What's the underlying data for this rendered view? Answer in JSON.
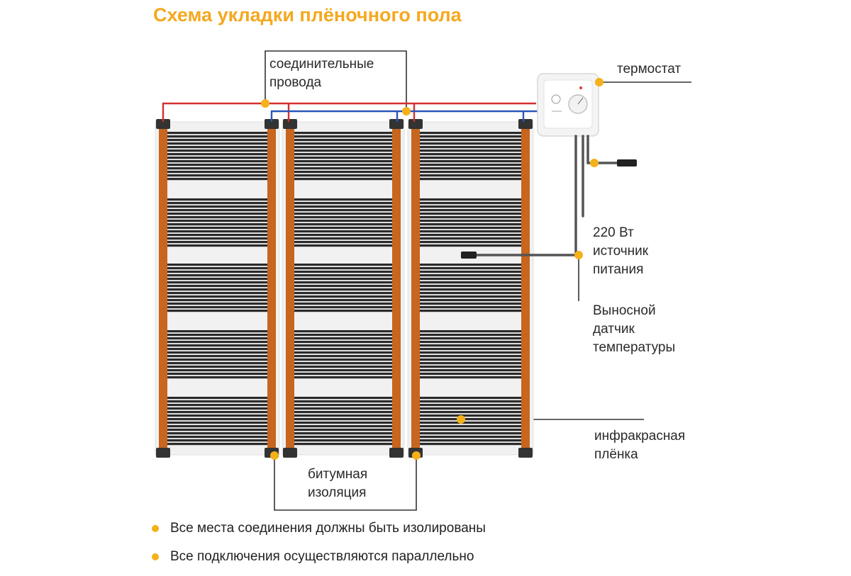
{
  "title": "Схема укладки плёночного пола",
  "labels": {
    "connecting_wires": [
      "соединительные",
      "провода"
    ],
    "thermostat": "термостат",
    "power": [
      "220 Вт",
      "источник",
      "питания"
    ],
    "sensor": [
      "Выносной",
      "датчик",
      "температуры"
    ],
    "film": [
      "инфракрасная",
      "плёнка"
    ],
    "insulation": [
      "битумная",
      "изоляция"
    ]
  },
  "notes": [
    "Все места соединения должны быть изолированы",
    "Все подключения осуществляются параллельно"
  ],
  "colors": {
    "accent": "#f5a81f",
    "marker": "#f5b119",
    "copper_bus": "#c8651e",
    "film_stripe": "#2b2b2b",
    "phase_wire": "#d32f2f",
    "neutral_wire": "#2a56b8",
    "clamp": "#333333"
  }
}
